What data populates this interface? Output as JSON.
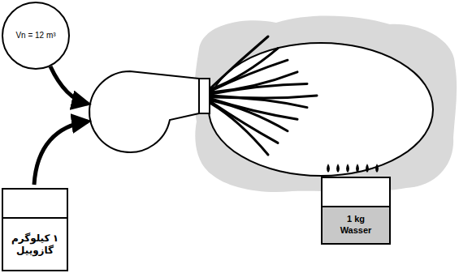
{
  "diagram": {
    "nodes": [
      {
        "text": [
          "Vn = 12 m³"
        ]
      },
      {
        "text": [
          "۱ کیلوگرم گازوییل"
        ]
      },
      {
        "text": [
          "1 kg Wasser"
        ]
      }
    ]
  }
}
